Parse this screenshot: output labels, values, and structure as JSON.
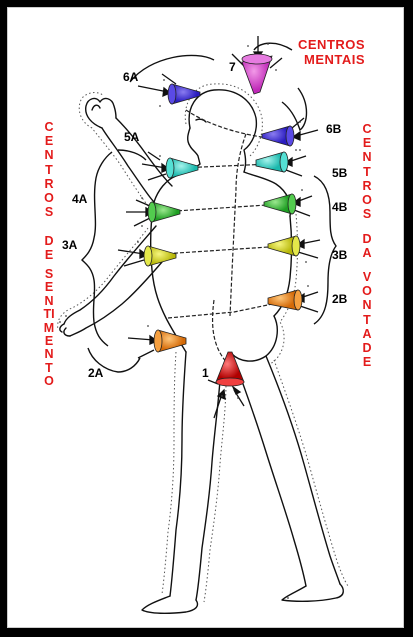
{
  "labels": {
    "c7": "7",
    "c6a": "6A",
    "c6b": "6B",
    "c5a": "5A",
    "c5b": "5B",
    "c4a": "4A",
    "c4b": "4B",
    "c3a": "3A",
    "c3b": "3B",
    "c2a": "2A",
    "c2b": "2B",
    "c1": "1"
  },
  "headings": {
    "mental_line1": "CENTROS",
    "mental_line2": "MENTAIS",
    "feeling_col1": "CENTROS",
    "feeling_col2": "DE",
    "feeling_col3": "SENTIMENTO",
    "will_col1": "CENTROS",
    "will_col2": "DA",
    "will_col3": "VONTADE"
  },
  "colors": {
    "c7": "#d63fd0",
    "c6": "#3a2bd8",
    "c5": "#2fd6c8",
    "c4": "#38c83a",
    "c3": "#d8e020",
    "c2": "#f08a1a",
    "c1": "#e01818",
    "heading": "#e31b1b"
  }
}
